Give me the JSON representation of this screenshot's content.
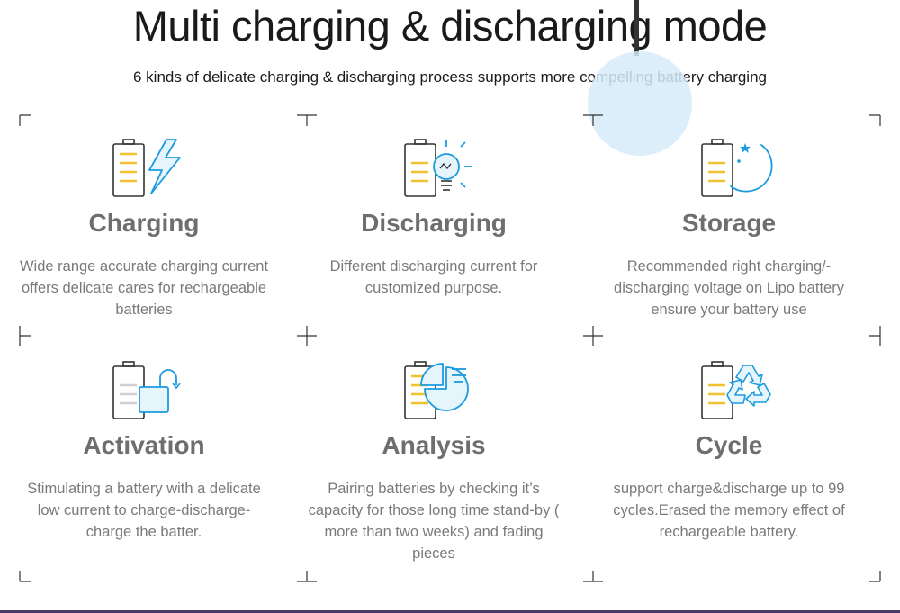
{
  "header": {
    "title": "Multi charging & discharging mode",
    "subtitle": "6 kinds of delicate charging & discharging process supports more compelling battery charging"
  },
  "colors": {
    "accent_blue": "#1a9be0",
    "battery_yellow": "#f2c12e",
    "text_gray": "#7a7a7a",
    "heading_gray": "#6e6e6e"
  },
  "features": [
    {
      "name": "Charging",
      "icon": "battery-lightning-icon",
      "description": "Wide range accurate charging current offers delicate cares for rechargeable batteries"
    },
    {
      "name": "Discharging",
      "icon": "battery-lightbulb-icon",
      "description": "Different discharging current for customized purpose."
    },
    {
      "name": "Storage",
      "icon": "battery-moon-icon",
      "description": "Recommended right charging/-discharging voltage on Lipo battery ensure your battery use"
    },
    {
      "name": "Activation",
      "icon": "battery-unlock-icon",
      "description": "Stimulating a battery with a delicate low current to charge-discharge-charge the batter."
    },
    {
      "name": "Analysis",
      "icon": "battery-pie-chart-icon",
      "description": "Pairing batteries by checking it’s capacity for those long time stand-by  ( more than two weeks) and fading pieces"
    },
    {
      "name": "Cycle",
      "icon": "battery-recycle-icon",
      "description": "support charge&discharge  up to 99 cycles.Erased the memory effect of rechargeable battery."
    }
  ]
}
